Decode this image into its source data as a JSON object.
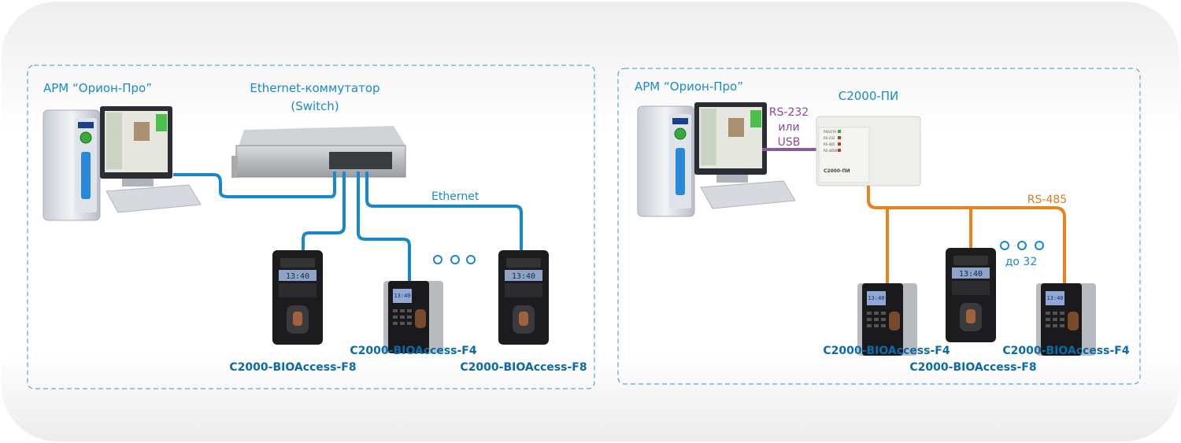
{
  "left_scheme": {
    "workstation_label": "АРМ “Орион-Про”",
    "switch_label_line1": "Ethernet-коммутатор",
    "switch_label_line2": "(Switch)",
    "link_label": "Ethernet",
    "readers": [
      {
        "label": "C2000-BIOAccess-F8"
      },
      {
        "label": "C2000-BIOAccess-F4"
      },
      {
        "label": "C2000-BIOAccess-F8"
      }
    ]
  },
  "right_scheme": {
    "workstation_label": "АРМ “Орион-Про”",
    "converter_label": "С2000-ПИ",
    "converter_device_text": "С2000-ПИ",
    "converter_leds": [
      "РАБОТА",
      "RS-232",
      "RS-485",
      "RS-485И"
    ],
    "pc_link_line1": "RS-232",
    "pc_link_line2": "или",
    "pc_link_line3": "USB",
    "bus_label": "RS-485",
    "count_label": "до 32",
    "readers": [
      {
        "label": "C2000-BIOAccess-F4"
      },
      {
        "label": "C2000-BIOAccess-F8"
      },
      {
        "label": "C2000-BIOAccess-F4"
      }
    ]
  },
  "reader_display_time": "13:40",
  "colors": {
    "ethernet": "#1a88c8",
    "rs485": "#e8821e",
    "rs232": "#8a5a9c",
    "label": "#1a8ac8",
    "device_label": "#0b6aa8"
  }
}
